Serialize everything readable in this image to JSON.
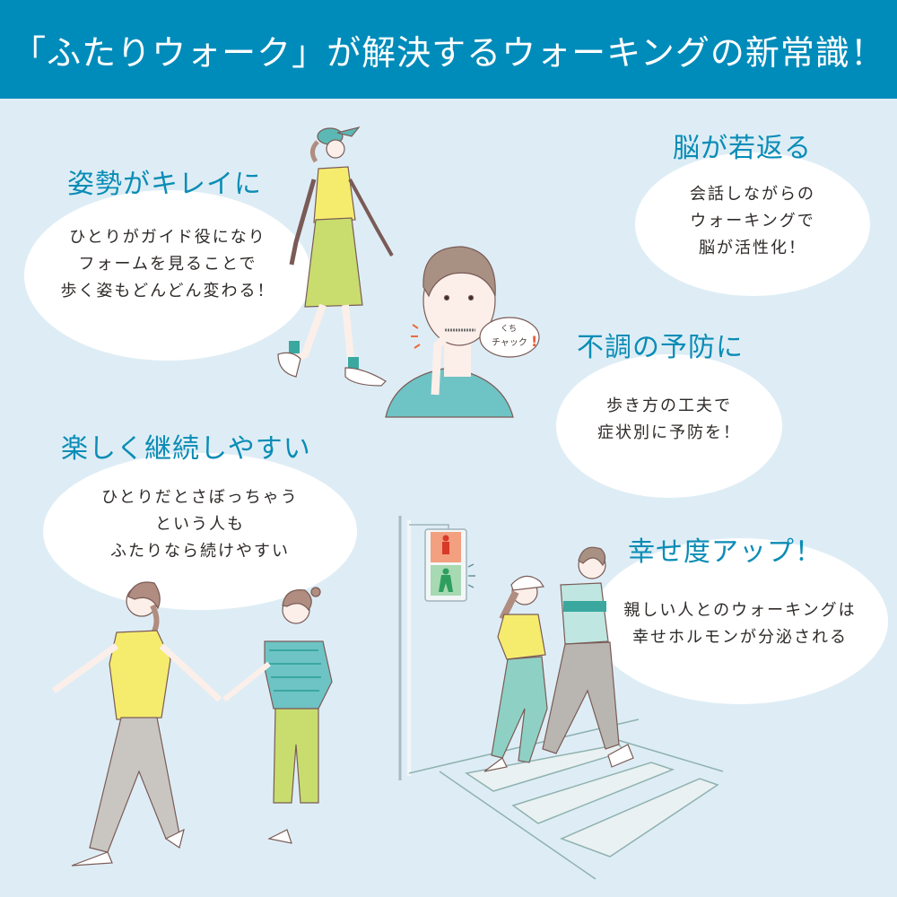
{
  "header": {
    "title": "「ふたりウォーク」が解決するウォーキングの新常識！",
    "background": "#008cba",
    "text_color": "#ffffff"
  },
  "colors": {
    "page_background": "#deedf5",
    "heading": "#0a8cb6",
    "body_text": "#2e2a28",
    "bubble": "#ffffff"
  },
  "sections": [
    {
      "id": "posture",
      "heading": "姿勢がキレイに",
      "lines": [
        "ひとりがガイド役になり",
        "フォームを見ることで",
        "歩く姿もどんどん変わる！"
      ]
    },
    {
      "id": "brain",
      "heading": "脳が若返る",
      "lines": [
        "会話しながらの",
        "ウォーキングで",
        "脳が活性化！"
      ]
    },
    {
      "id": "prevention",
      "heading": "不調の予防に",
      "lines": [
        "歩き方の工夫で",
        "症状別に予防を！"
      ]
    },
    {
      "id": "continue",
      "heading": "楽しく継続しやすい",
      "lines": [
        "ひとりだとさぼっちゃう",
        "という人も",
        "ふたりなら続けやすい"
      ]
    },
    {
      "id": "happiness",
      "heading": "幸せ度アップ！",
      "lines": [
        "親しい人とのウォーキングは",
        "幸せホルモンが分泌される"
      ]
    }
  ],
  "illustrations": {
    "speech_bubble": {
      "line1": "くち",
      "line2": "チャック",
      "exclaim": "!"
    }
  }
}
